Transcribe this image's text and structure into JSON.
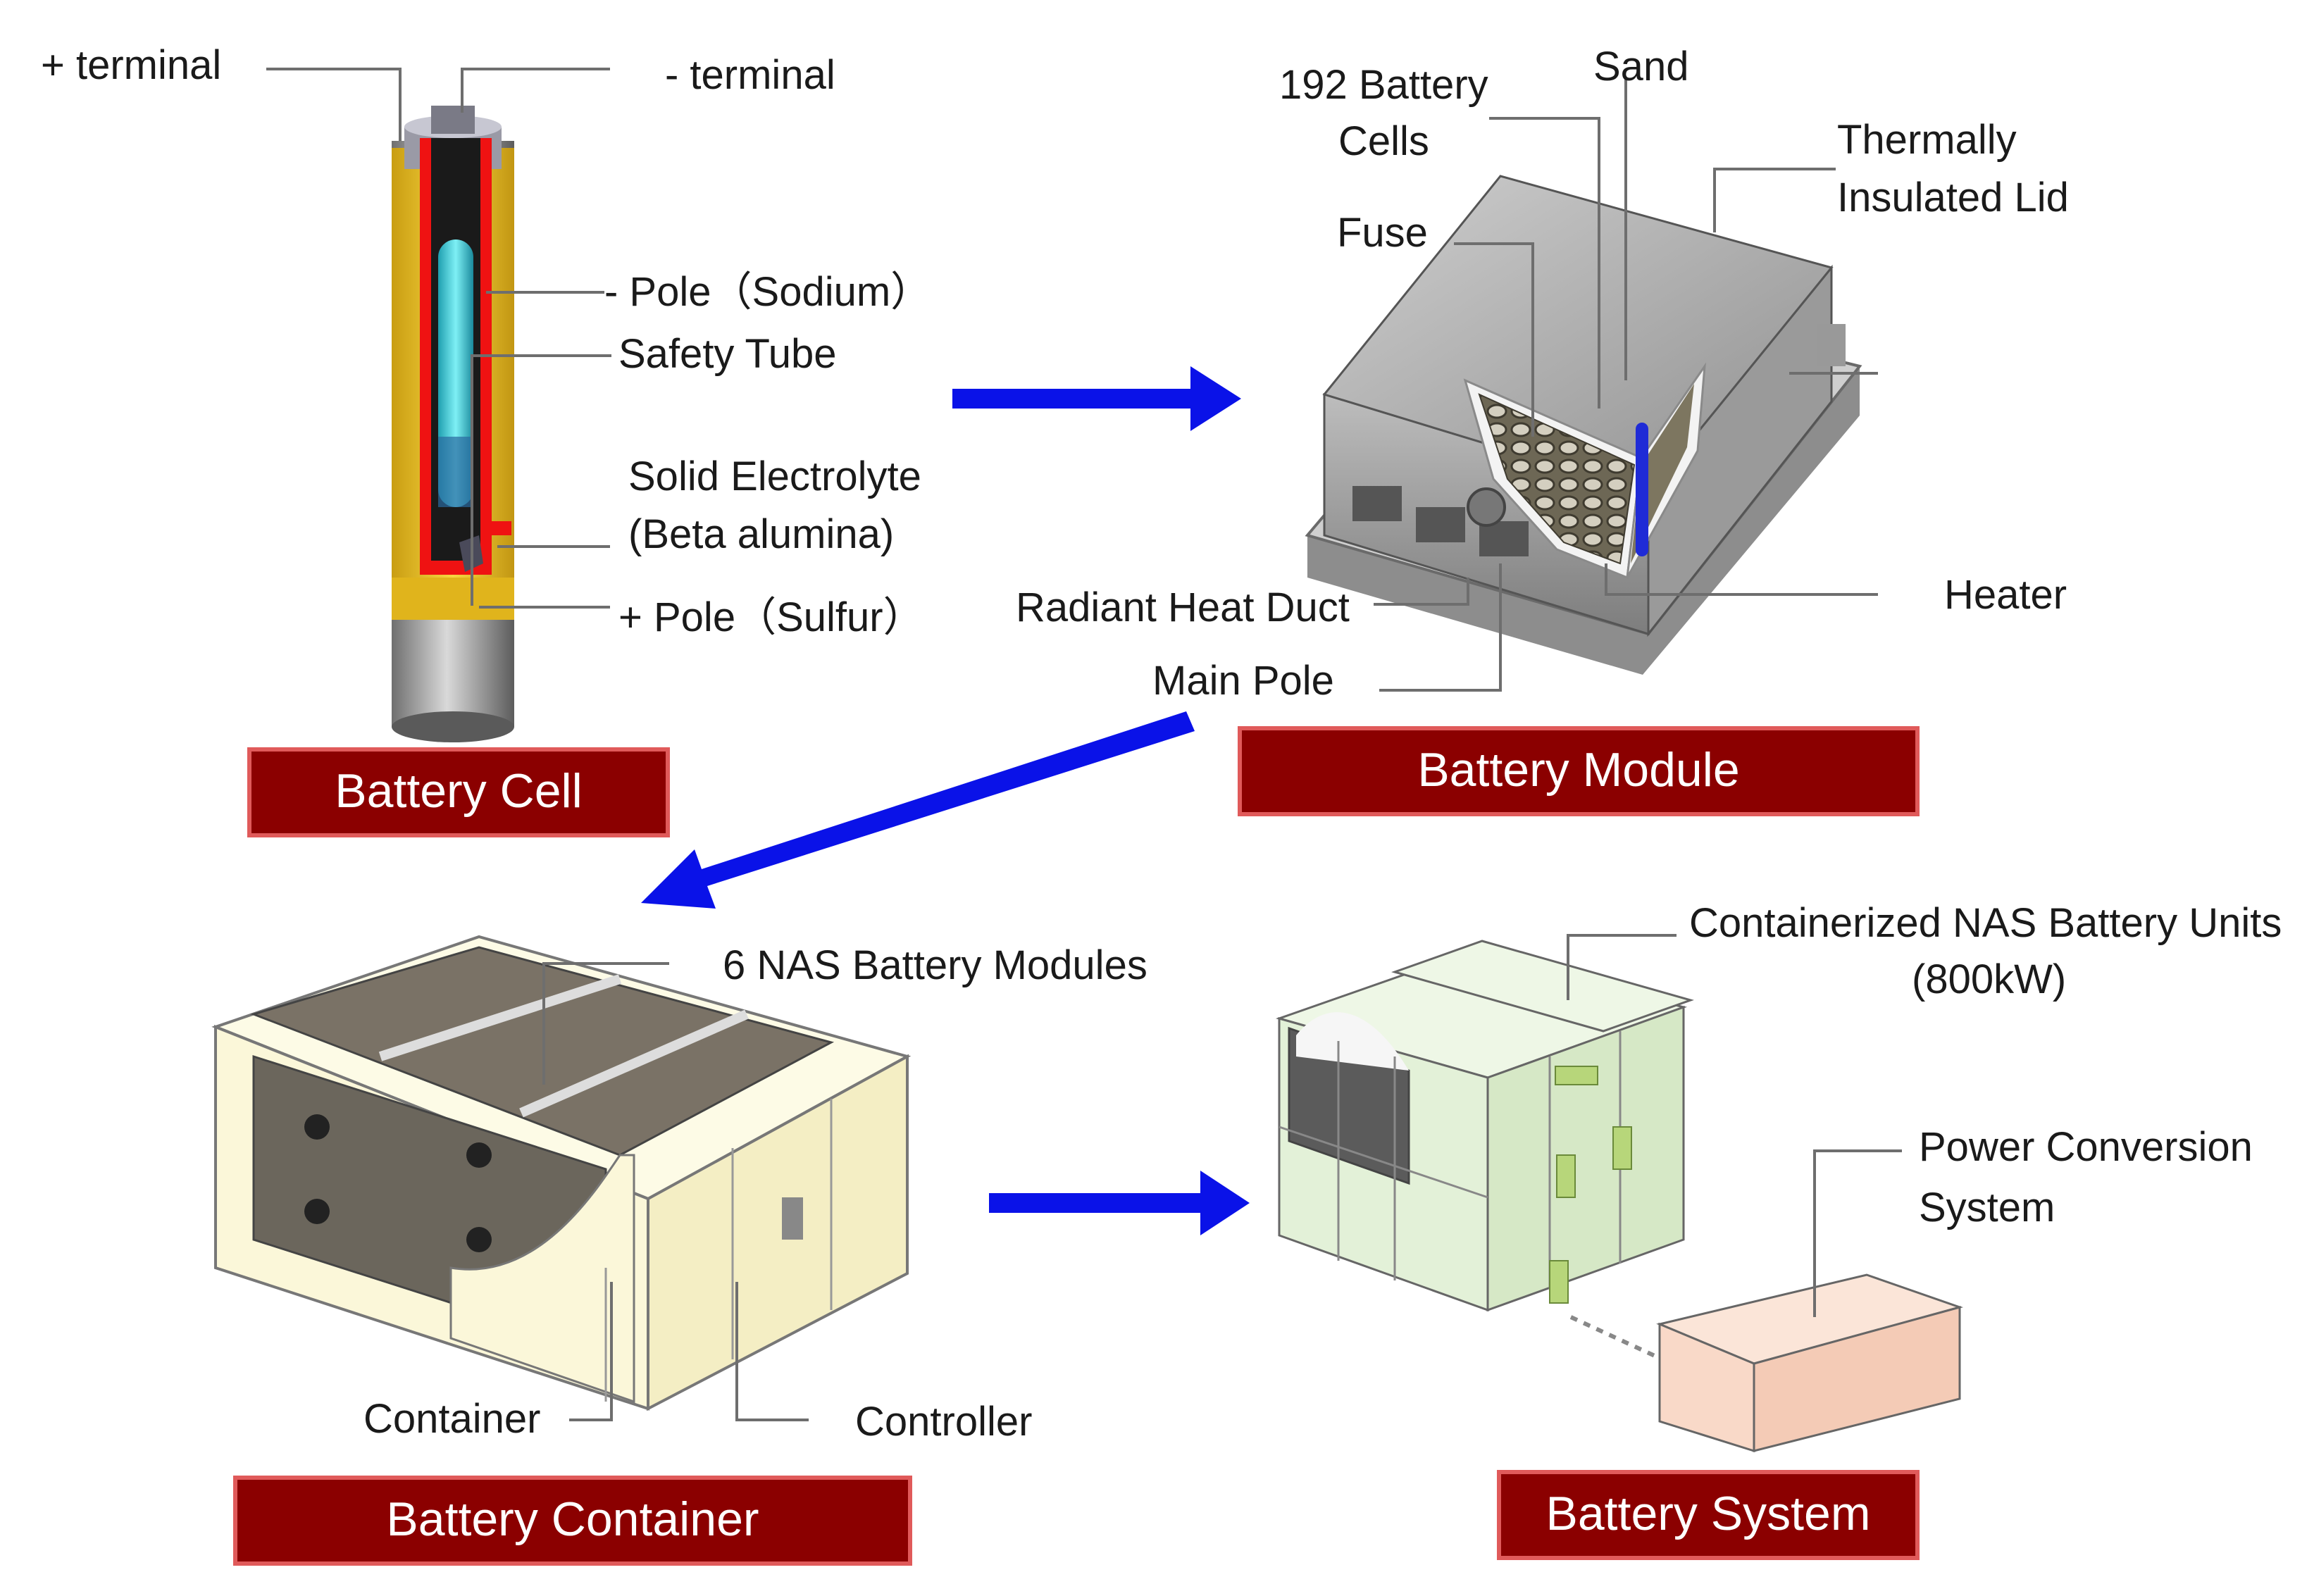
{
  "colors": {
    "title_bg": "#8b0000",
    "title_border": "#e05a5a",
    "arrow": "#0a12e8",
    "leader": "#6e6e6e",
    "cell_yellow": "#f5cf2c",
    "cell_red": "#ef1212",
    "cell_sodium": "#55dbe6",
    "cell_dark": "#2a2a2a",
    "module_gray": "#a8a8a8",
    "container_cream": "#fbf7d9",
    "system_green": "#e3f1d8",
    "pcs_peach": "#f9d9c8"
  },
  "titles": {
    "battery_cell": "Battery Cell",
    "battery_module": "Battery Module",
    "battery_container": "Battery Container",
    "battery_system": "Battery System"
  },
  "cell": {
    "plus_terminal": "+ terminal",
    "minus_terminal": "- terminal",
    "minus_pole": "- Pole（Sodium）",
    "safety_tube": "Safety Tube",
    "solid_electrolyte_1": "Solid Electrolyte",
    "solid_electrolyte_2": "(Beta alumina)",
    "plus_pole": "+ Pole（Sulfur）"
  },
  "module": {
    "cells_1": "192 Battery",
    "cells_2": "Cells",
    "sand": "Sand",
    "lid_1": "Thermally",
    "lid_2": "Insulated Lid",
    "fuse": "Fuse",
    "heater": "Heater",
    "radiant_heat_duct": "Radiant Heat Duct",
    "main_pole": "Main Pole"
  },
  "container": {
    "modules": "6 NAS Battery Modules",
    "container": "Container",
    "controller": "Controller"
  },
  "system": {
    "units_1": "Containerized NAS Battery Units",
    "units_2": "(800kW)",
    "pcs_1": "Power Conversion",
    "pcs_2": "System"
  }
}
